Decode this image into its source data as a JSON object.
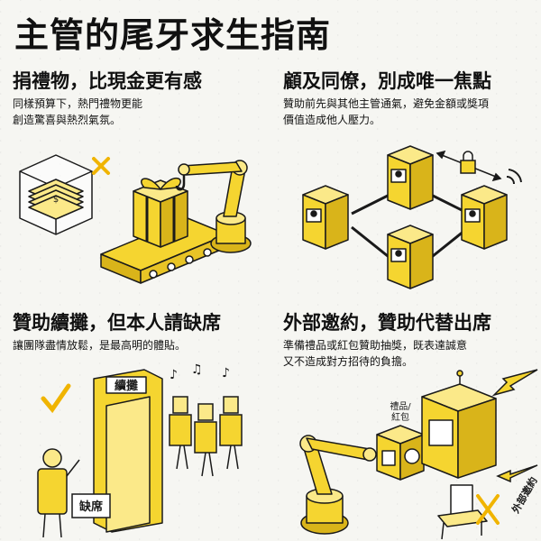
{
  "title": "主管的尾牙求生指南",
  "panels": [
    {
      "heading": "捐禮物，比現金更有感",
      "desc_lines": [
        "同樣預算下，熱門禮物更能",
        "創造驚喜與熱烈氣氛。"
      ]
    },
    {
      "heading": "顧及同僚，別成唯一焦點",
      "desc_lines": [
        "贊助前先與其他主管通氣，避免金額或獎項",
        "價值造成他人壓力。"
      ]
    },
    {
      "heading": "贊助續攤，但本人請缺席",
      "desc_lines": [
        "讓團隊盡情放鬆，是最高明的體貼。"
      ],
      "sign_label": "續攤",
      "absent_label": "缺席"
    },
    {
      "heading": "外部邀約，贊助代替出席",
      "desc_lines": [
        "準備禮品或紅包贊助抽獎，既表達誠意",
        "又不造成對方招待的負擔。"
      ],
      "box_label_line1": "禮品/",
      "box_label_line2": "紅包",
      "invite_label": "外部邀約"
    }
  ],
  "colors": {
    "yellow": "#f5d530",
    "yellow_dark": "#d9b41a",
    "yellow_light": "#fbe989",
    "ink": "#1a1a1a",
    "paper": "#f6f6f2"
  }
}
